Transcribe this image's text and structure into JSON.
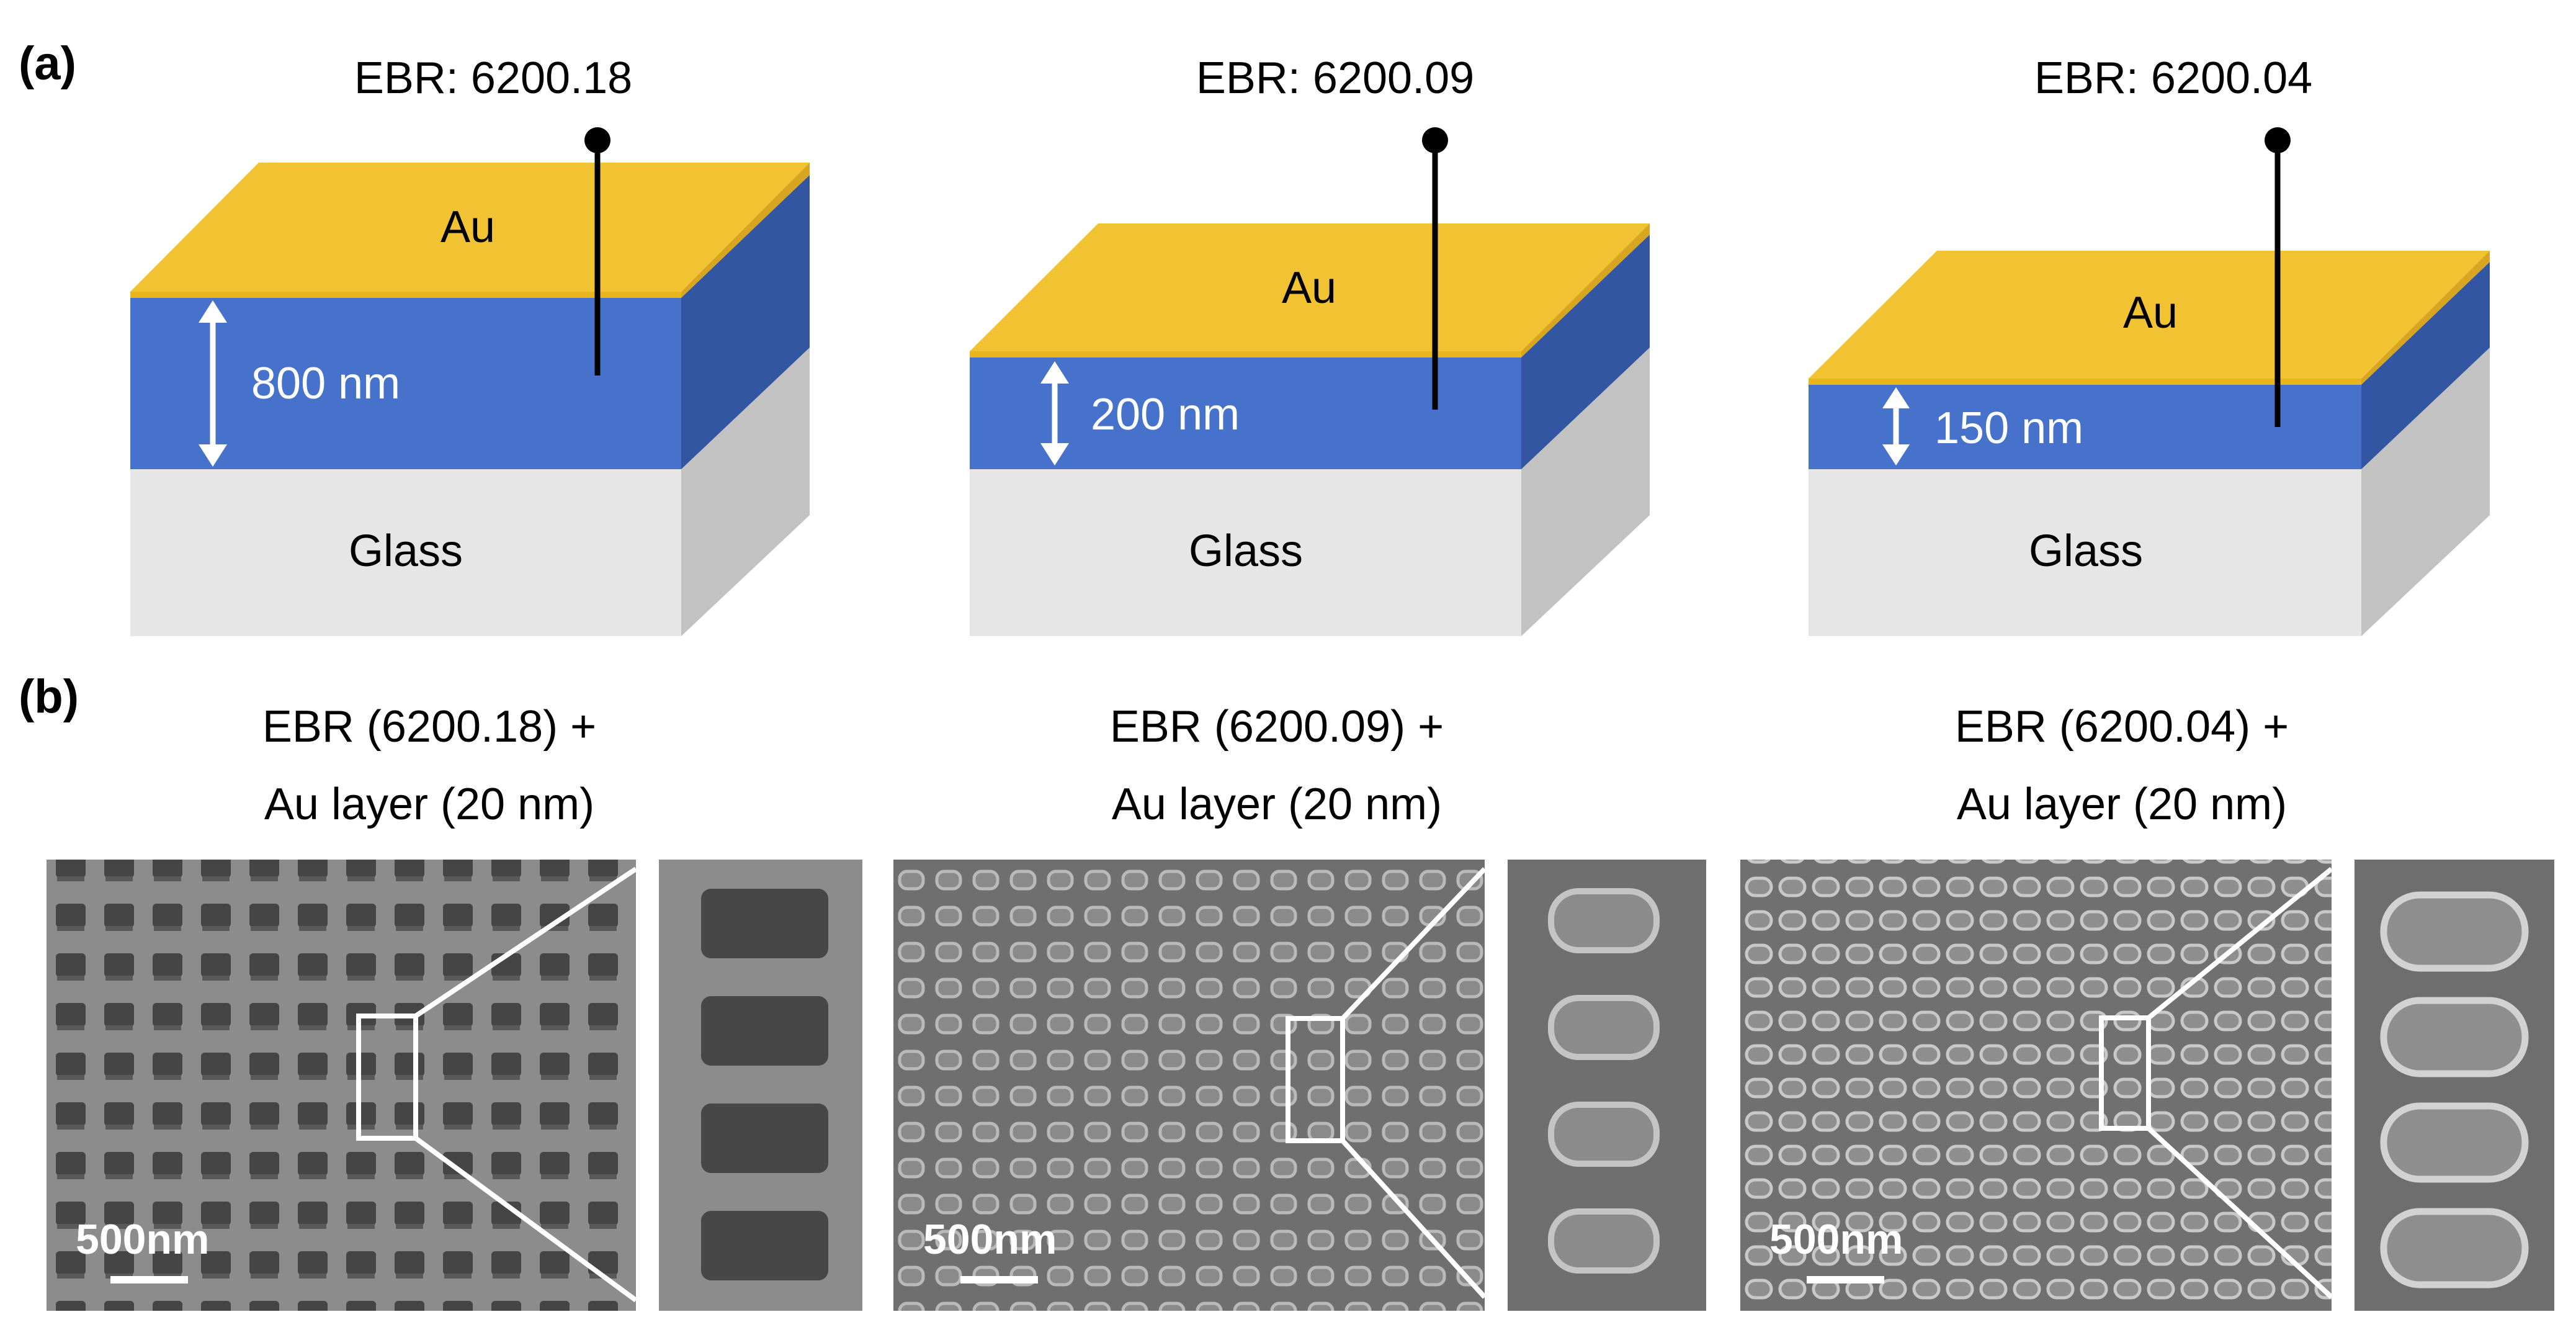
{
  "panel_a": {
    "label": "(a)",
    "stacks": [
      {
        "ebr": "EBR: 6200.18",
        "thickness": "800 nm",
        "top": "Au",
        "bottom": "Glass"
      },
      {
        "ebr": "EBR: 6200.09",
        "thickness": "200 nm",
        "top": "Au",
        "bottom": "Glass"
      },
      {
        "ebr": "EBR: 6200.04",
        "thickness": "150 nm",
        "top": "Au",
        "bottom": "Glass"
      }
    ]
  },
  "panel_b": {
    "label": "(b)",
    "groups": [
      {
        "line1": "EBR (6200.18) +",
        "line2": "Au layer (20 nm)",
        "scale": "500nm"
      },
      {
        "line1": "EBR (6200.09) +",
        "line2": "Au layer (20 nm)",
        "scale": "500nm"
      },
      {
        "line1": "EBR (6200.04) +",
        "line2": "Au layer (20 nm)",
        "scale": "500nm"
      }
    ]
  },
  "colors": {
    "gold": "#F1C232",
    "gold_side": "#C9A227",
    "blue_front": "#4672CC",
    "blue_side": "#3356A3",
    "glass_front": "#E6E6E6",
    "glass_side": "#C2C2C2",
    "sem_dark": "#6E6E6E",
    "sem_mid": "#8A8A8A"
  }
}
